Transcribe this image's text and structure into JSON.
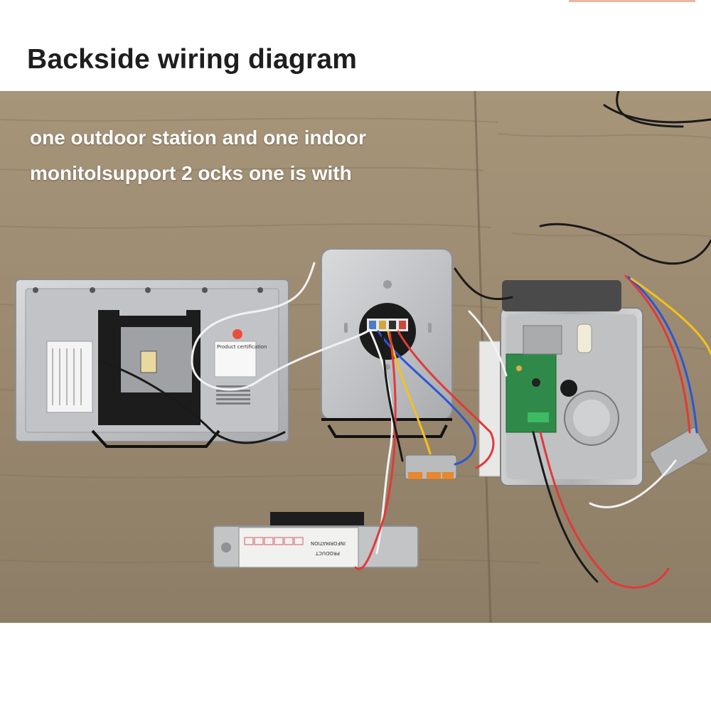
{
  "title": "Backside wiring diagram",
  "caption": {
    "line1": "one outdoor station and one indoor",
    "line2": "monitolsupport 2 ocks one is with"
  },
  "product_label": {
    "info": "INFORMATION",
    "product": "PRODUCT"
  },
  "cert_label": "Product certification",
  "colors": {
    "wood_light": "#b5a48c",
    "wood_dark": "#8a7a64",
    "metal": "#c8c9cb",
    "wire_red": "#e03a3a",
    "wire_blue": "#2b56d6",
    "wire_yellow": "#f2c21b",
    "wire_white": "#f2f2f2",
    "wire_black": "#1a1a1a",
    "pcb_green": "#2f8a4a"
  }
}
